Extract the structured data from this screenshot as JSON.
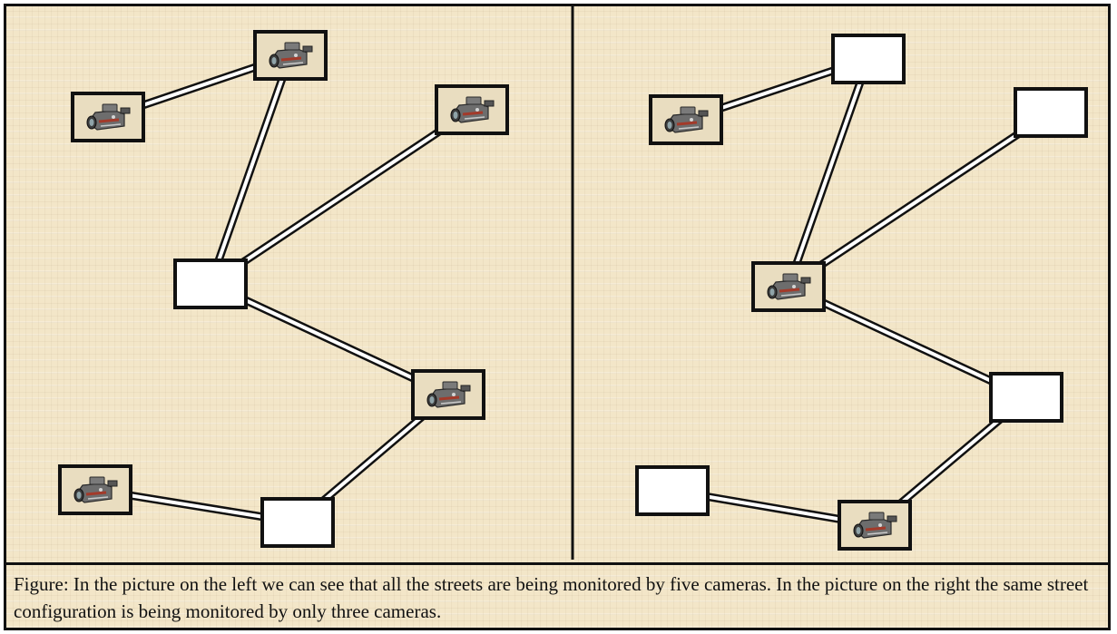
{
  "caption": "Figure: In the picture on the left we can see that all the streets are being monitored by five cameras. In the picture on the right the same street configuration is being monitored by only three cameras.",
  "colors": {
    "background": "#f3e6c8",
    "border": "#111111",
    "street": "#ffffff"
  },
  "icons": {
    "camera": "video-camera-icon"
  },
  "panels": [
    {
      "id": "left",
      "camera_count": 5,
      "nodes": [
        {
          "id": "a",
          "camera": true
        },
        {
          "id": "b",
          "camera": true
        },
        {
          "id": "c",
          "camera": true
        },
        {
          "id": "d",
          "camera": false
        },
        {
          "id": "e",
          "camera": true
        },
        {
          "id": "f",
          "camera": true
        },
        {
          "id": "g",
          "camera": false
        }
      ]
    },
    {
      "id": "right",
      "camera_count": 3,
      "nodes": [
        {
          "id": "a",
          "camera": true
        },
        {
          "id": "b",
          "camera": false
        },
        {
          "id": "c",
          "camera": false
        },
        {
          "id": "d",
          "camera": true
        },
        {
          "id": "e",
          "camera": false
        },
        {
          "id": "f",
          "camera": false
        },
        {
          "id": "g",
          "camera": true
        }
      ]
    }
  ],
  "streets": [
    [
      "a",
      "b"
    ],
    [
      "b",
      "d"
    ],
    [
      "c",
      "d"
    ],
    [
      "d",
      "e"
    ],
    [
      "e",
      "g"
    ],
    [
      "f",
      "g"
    ]
  ]
}
